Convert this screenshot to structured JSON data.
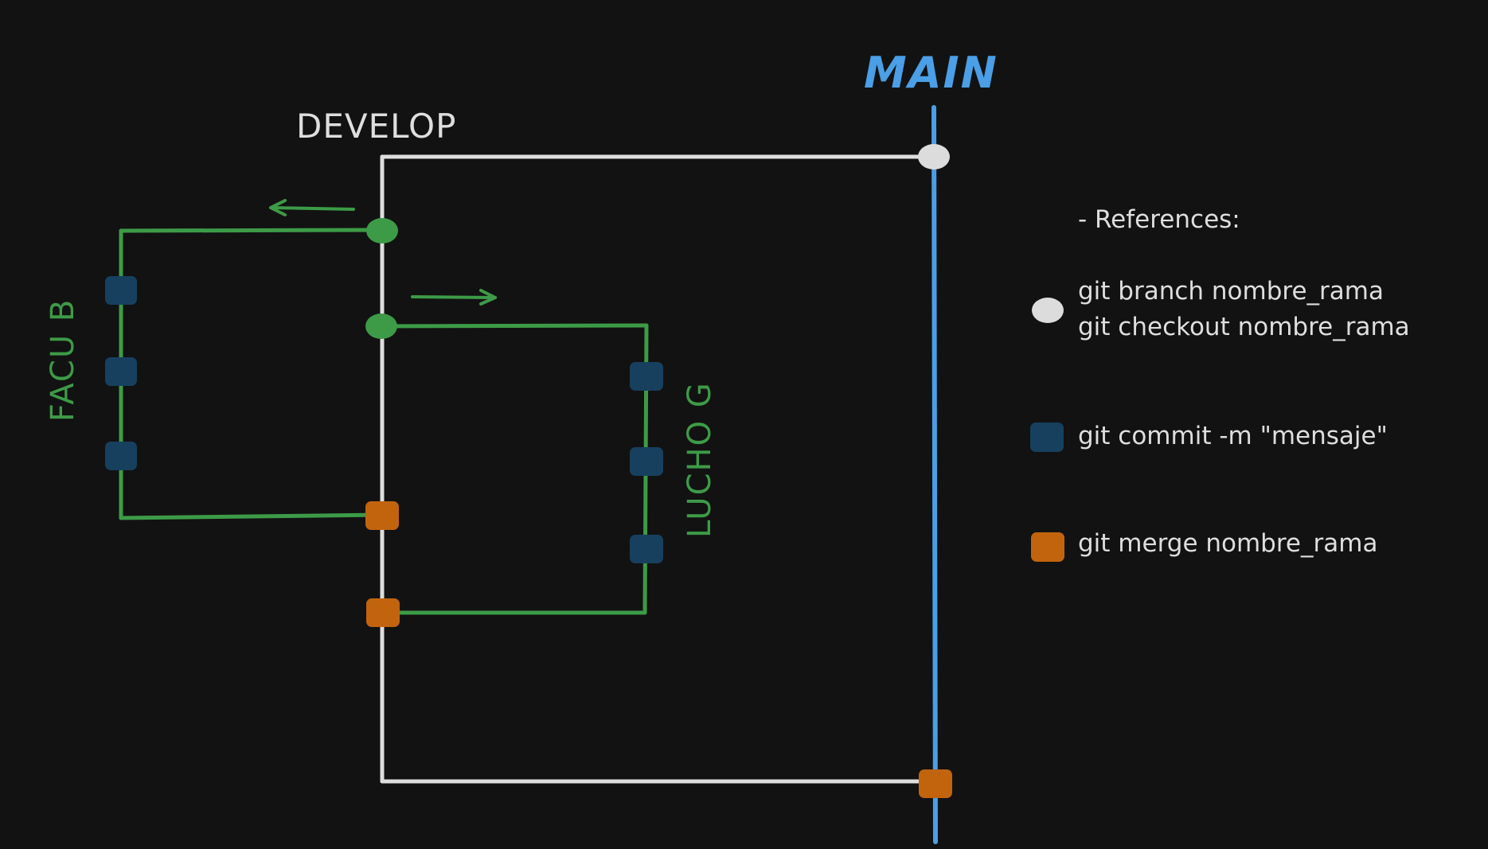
{
  "labels": {
    "main": "MAIN",
    "develop": "DEVELOP",
    "facu": "FACU B",
    "lucho": "LUCHO G"
  },
  "legend": {
    "title": "- References:",
    "branch_line1": "git branch nombre_rama",
    "branch_line2": "git checkout nombre_rama",
    "commit": "git commit -m \"mensaje\"",
    "merge": "git merge nombre_rama"
  },
  "colors": {
    "background": "#121212",
    "main": "#4a9fe6",
    "develop": "#dedede",
    "feature": "#3d9b47",
    "commit": "#17405f",
    "merge": "#c2640d",
    "branch_node": "#dcdcdc"
  },
  "icons": {
    "branch": "white-ellipse",
    "commit": "navy-rounded-square",
    "merge": "orange-rounded-square",
    "direction": "arrow"
  }
}
